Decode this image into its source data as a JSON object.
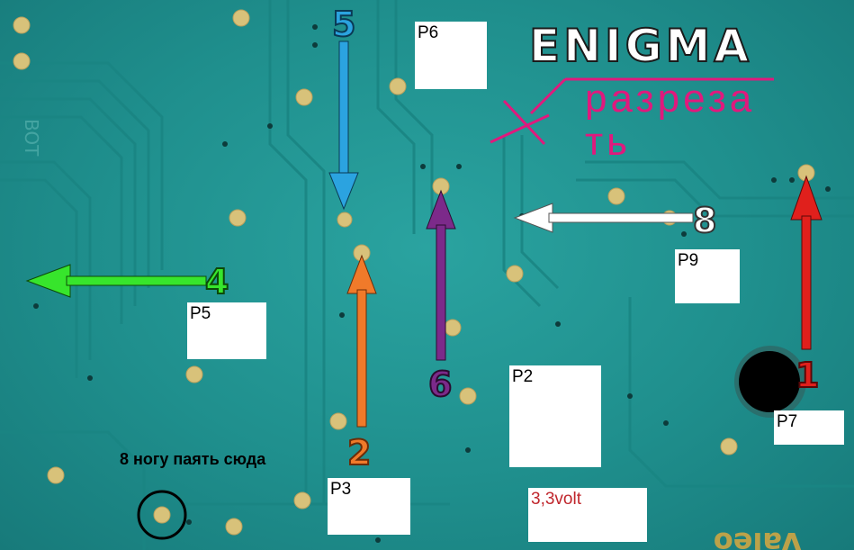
{
  "brand": {
    "logo_text": "ENIGMA"
  },
  "annotations": {
    "cut_instruction": "разреза ть",
    "solder_note": "8 ногу паять сюда",
    "voltage_note": "3,3volt"
  },
  "point_labels": {
    "p2": "P2",
    "p3": "P3",
    "p5": "P5",
    "p6": "P6",
    "p7": "P7",
    "p9": "P9"
  },
  "arrows": {
    "a1": {
      "number": "1",
      "color": "#e0201c"
    },
    "a2": {
      "number": "2",
      "color": "#f07a2a"
    },
    "a4": {
      "number": "4",
      "color": "#37e52c"
    },
    "a5": {
      "number": "5",
      "color": "#2ba3e0"
    },
    "a6": {
      "number": "6",
      "color": "#7c2a8a"
    },
    "a8": {
      "number": "8",
      "color": "#ffffff"
    }
  },
  "board_print": {
    "valeo_mark": "Valeo",
    "bot_mark": "BOT"
  }
}
